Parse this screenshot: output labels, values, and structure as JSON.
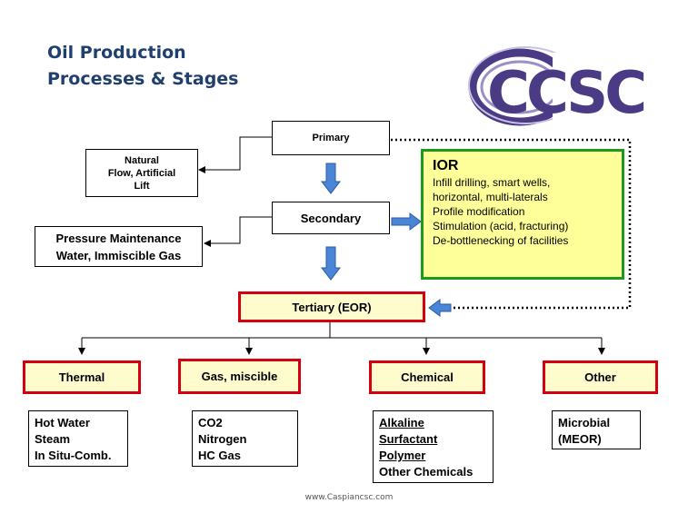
{
  "title": {
    "line1": "Oil Production",
    "line2": "Processes & Stages"
  },
  "logo": {
    "text": "CCSC"
  },
  "colors": {
    "title": "#1f3f6e",
    "eor_fill": "#fefccc",
    "eor_border": "#d4000f",
    "ior_fill": "#ffff99",
    "ior_border": "#1c9a1c",
    "block_arrow": "#4a86d8"
  },
  "stages": {
    "primary": "Primary",
    "secondary": "Secondary",
    "tertiary": "Tertiary (EOR)"
  },
  "primary_note": {
    "line1": "Natural",
    "line2": "Flow, Artificial",
    "line3": "Lift"
  },
  "secondary_note": {
    "line1": "Pressure Maintenance",
    "line2": "Water, Immiscible Gas"
  },
  "ior": {
    "heading": "IOR",
    "items": [
      "Infill drilling, smart wells,",
      "horizontal, multi-laterals",
      "Profile modification",
      "Stimulation (acid, fracturing)",
      "De-bottlenecking of facilities"
    ]
  },
  "categories": [
    {
      "label": "Thermal",
      "items": [
        "Hot Water",
        "Steam",
        "In Situ-Comb."
      ]
    },
    {
      "label": "Gas, miscible",
      "items": [
        "CO2",
        "Nitrogen",
        "HC Gas"
      ]
    },
    {
      "label": "Chemical",
      "items": [
        "Alkaline",
        "Surfactant",
        "Polymer",
        "Other Chemicals"
      ]
    },
    {
      "label": "Other",
      "items": [
        "Microbial",
        "(MEOR)"
      ]
    }
  ],
  "footer": "www.Caspiancsc.com"
}
